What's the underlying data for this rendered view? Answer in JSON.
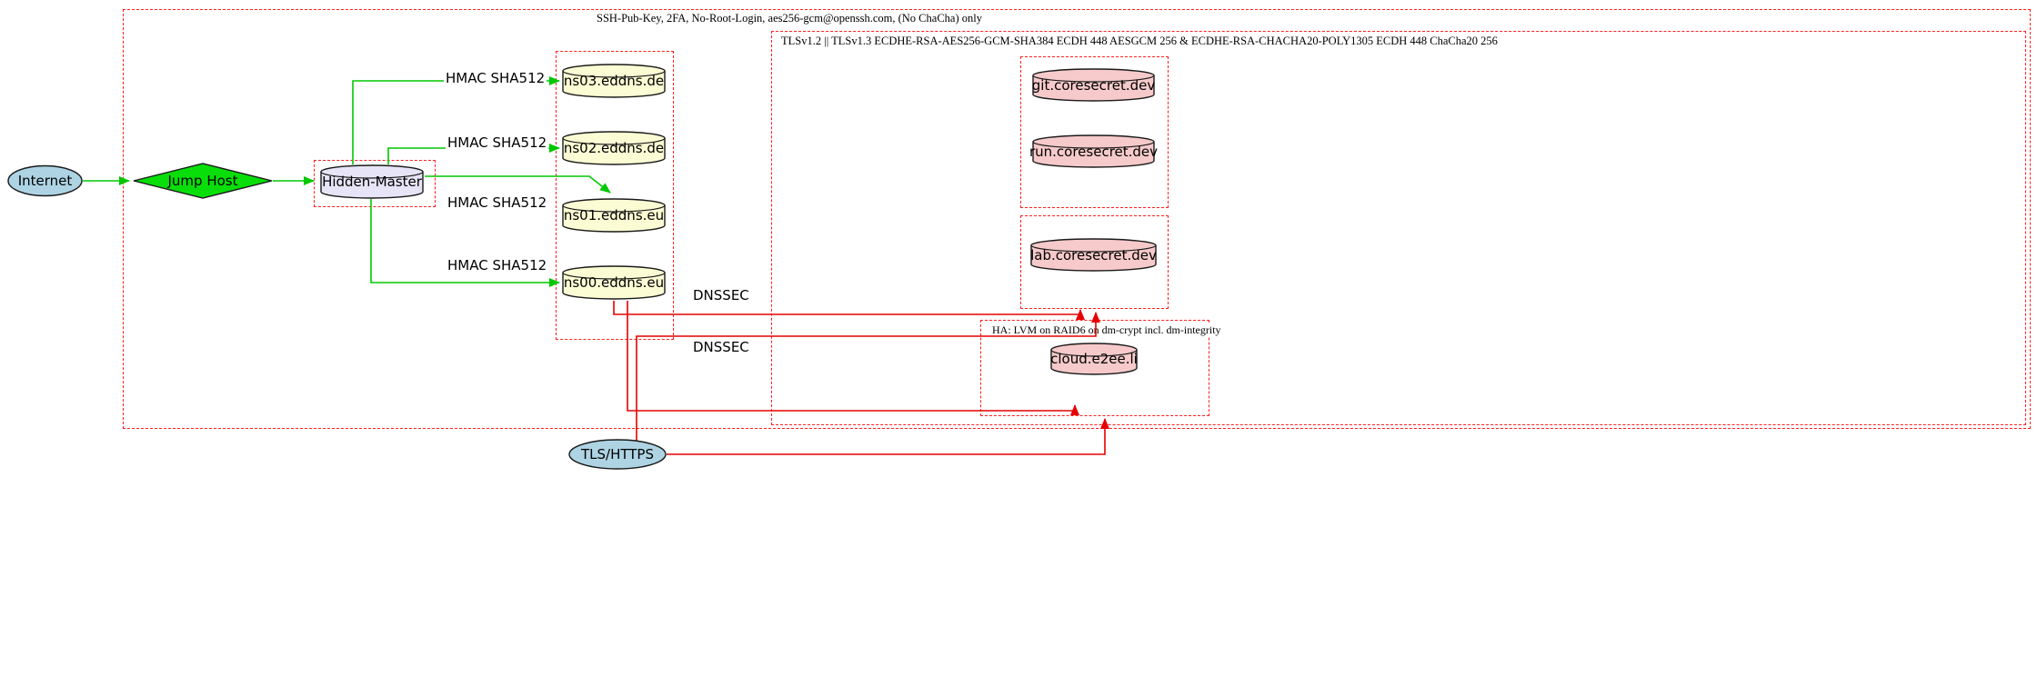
{
  "clusters": {
    "ssh": {
      "label": "SSH-Pub-Key, 2FA, No-Root-Login, aes256-gcm@openssh.com, (No ChaCha) only"
    },
    "tls": {
      "label": "TLSv1.2 || TLSv1.3 ECDHE-RSA-AES256-GCM-SHA384 ECDH 448 AESGCM 256 & ECDHE-RSA-CHACHA20-POLY1305 ECDH 448 ChaCha20 256"
    },
    "ha": {
      "label": "HA: LVM on RAID6 on dm-crypt incl. dm-integrity"
    }
  },
  "nodes": {
    "internet": {
      "label": "Internet"
    },
    "jump_host": {
      "label": "Jump Host"
    },
    "hidden_master": {
      "label": "Hidden-Master"
    },
    "ns03": {
      "label": "ns03.eddns.de"
    },
    "ns02": {
      "label": "ns02.eddns.de"
    },
    "ns01": {
      "label": "ns01.eddns.eu"
    },
    "ns00": {
      "label": "ns00.eddns.eu"
    },
    "git": {
      "label": "git.coresecret.dev"
    },
    "run": {
      "label": "run.coresecret.dev"
    },
    "lab": {
      "label": "lab.coresecret.dev"
    },
    "cloud": {
      "label": "cloud.e2ee.li"
    },
    "tls_https": {
      "label": "TLS/HTTPS"
    }
  },
  "edges": {
    "hmac_ns03": {
      "label": "HMAC SHA512"
    },
    "hmac_ns02": {
      "label": "HMAC SHA512"
    },
    "hmac_ns01": {
      "label": "HMAC SHA512"
    },
    "hmac_ns00": {
      "label": "HMAC SHA512"
    },
    "dnssec_top": {
      "label": "DNSSEC"
    },
    "dnssec_bottom": {
      "label": "DNSSEC"
    }
  },
  "colors": {
    "cluster_border": "#ff1f1f",
    "edge_green": "#00c800",
    "edge_red": "#e60000",
    "fill_lightblue": "#aed4e4",
    "fill_green": "#0ade0a",
    "fill_lavender": "#e6e4f6",
    "fill_lightyellow": "#fcfcd4",
    "fill_pink": "#f6caca"
  }
}
